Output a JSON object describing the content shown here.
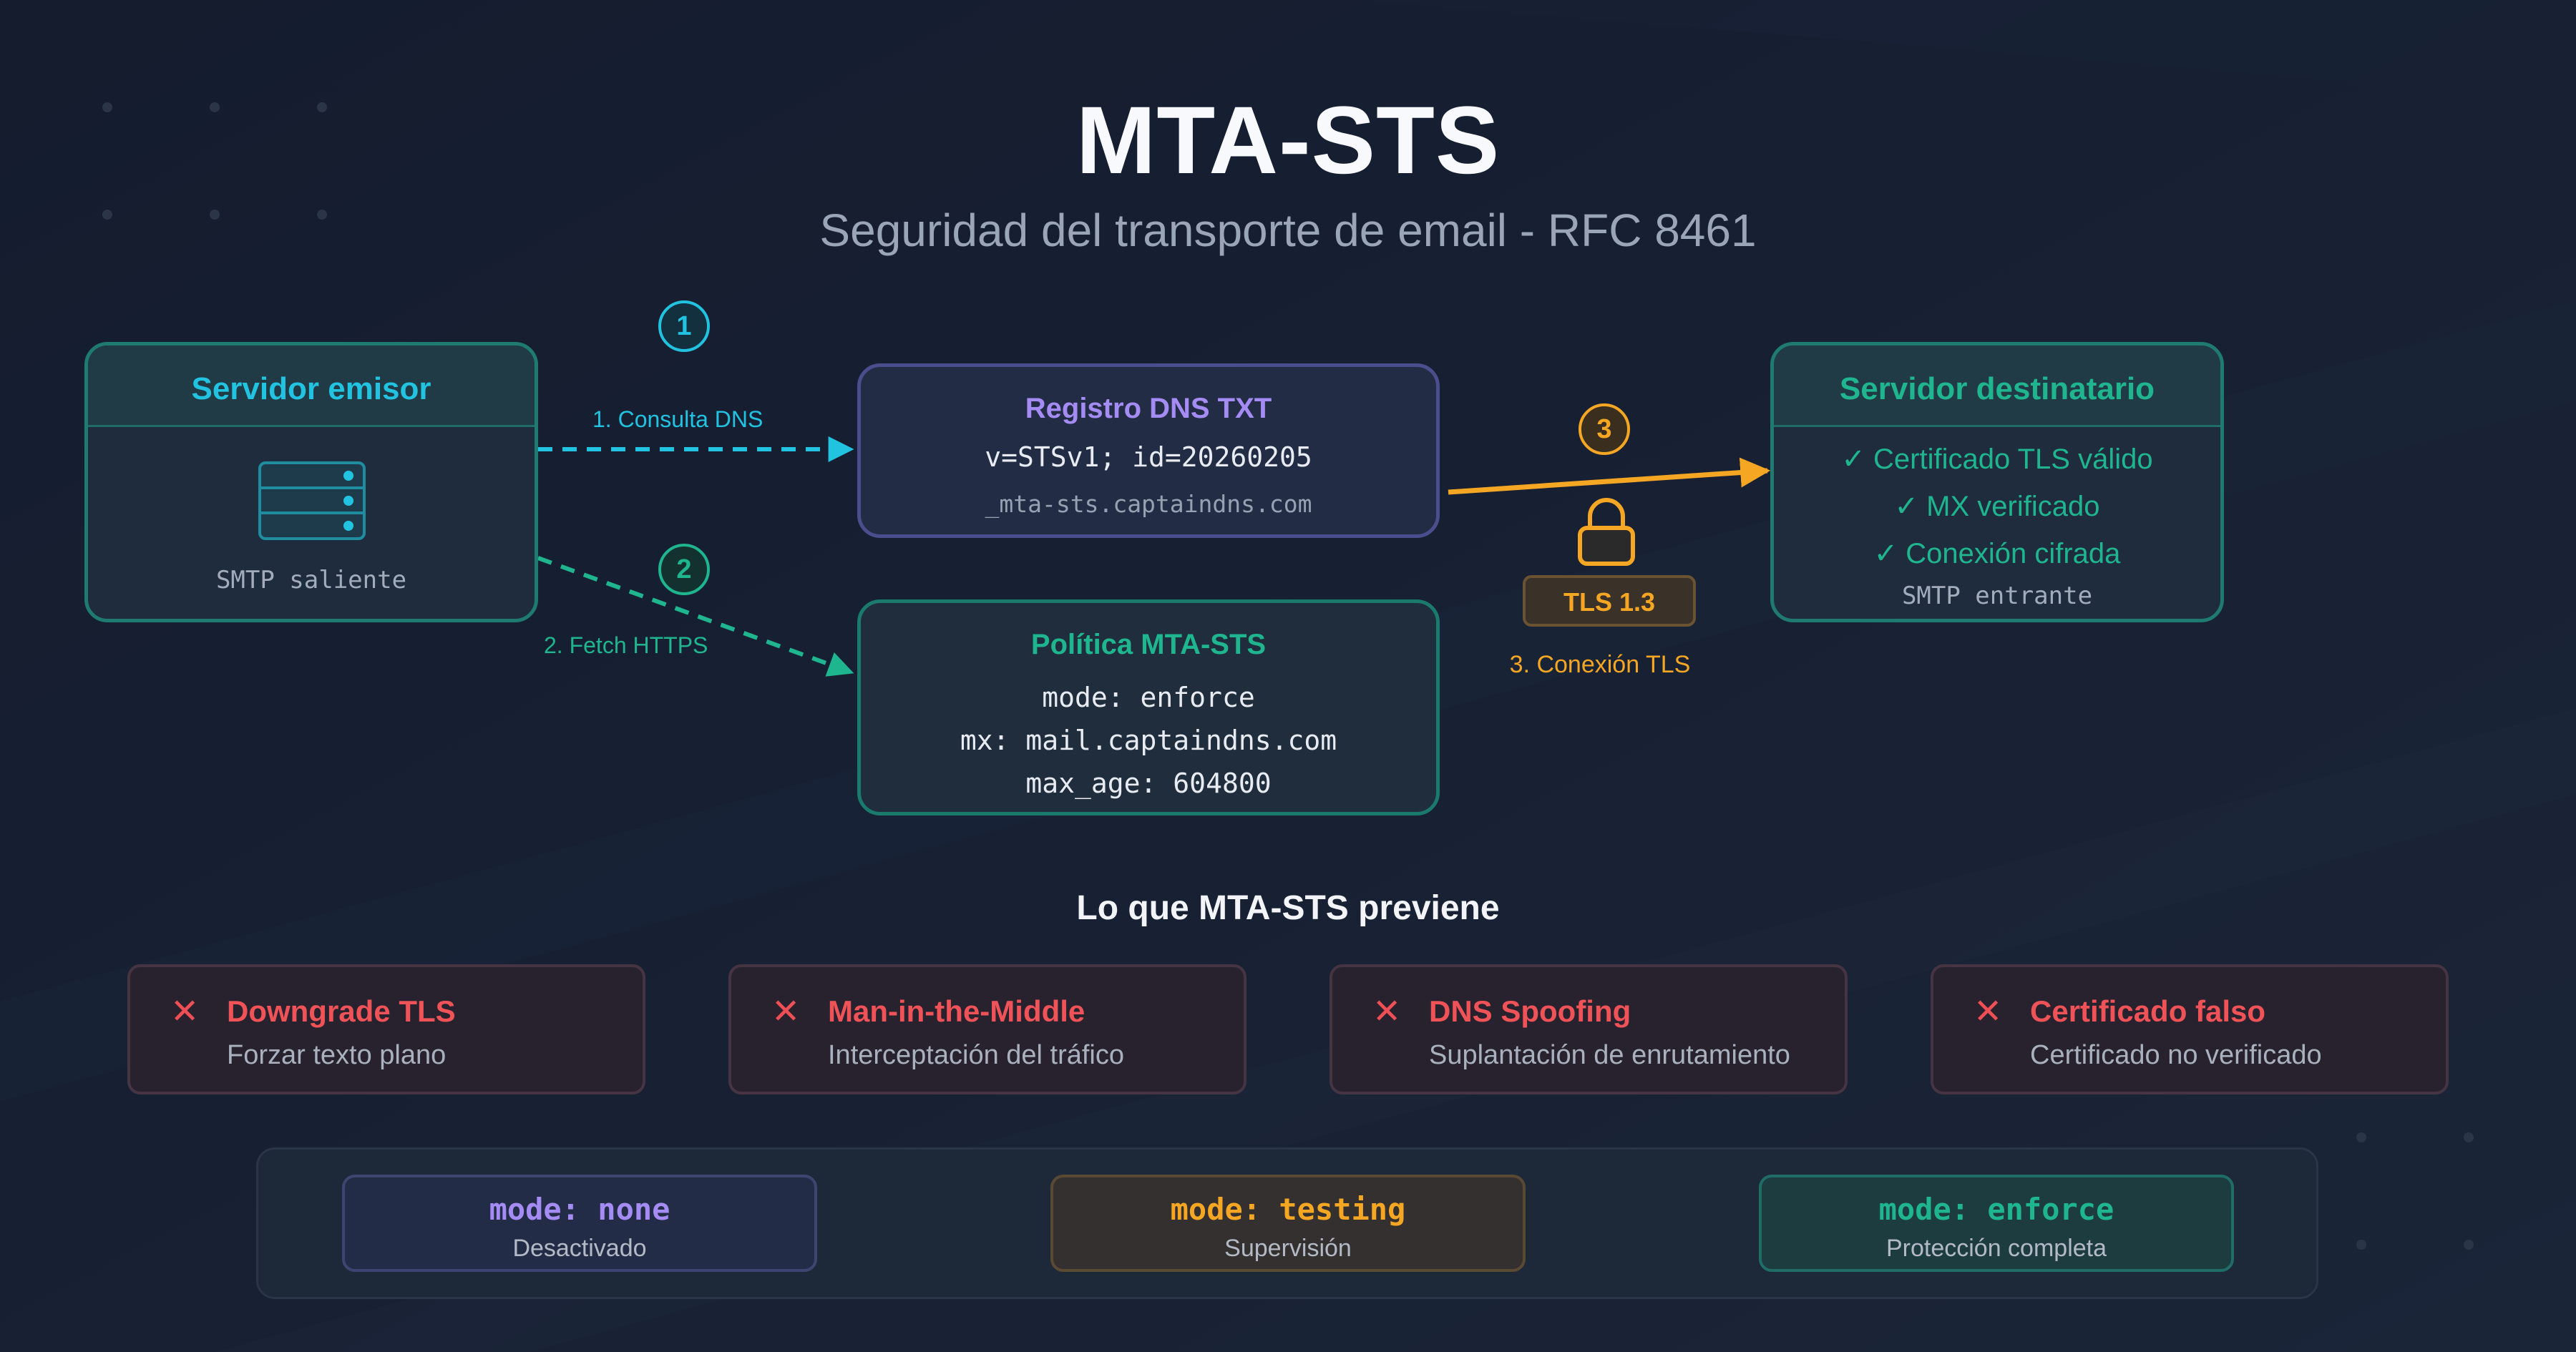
{
  "header": {
    "title": "MTA-STS",
    "subtitle": "Seguridad del transporte de email - RFC 8461"
  },
  "sender": {
    "title": "Servidor emisor",
    "caption": "SMTP saliente"
  },
  "steps": {
    "one": "1",
    "two": "2",
    "three": "3",
    "label_dns": "1. Consulta DNS",
    "label_https": "2. Fetch HTTPS",
    "label_tls": "3. Conexión TLS",
    "tls_badge": "TLS 1.3"
  },
  "dns_record": {
    "title": "Registro DNS TXT",
    "value": "v=STSv1; id=20260205",
    "host": "_mta-sts.captaindns.com"
  },
  "policy": {
    "title": "Política MTA-STS",
    "lines": [
      "mode: enforce",
      "mx: mail.captaindns.com",
      "max_age: 604800"
    ]
  },
  "receiver": {
    "title": "Servidor destinatario",
    "checks": [
      "✓ Certificado TLS válido",
      "✓ MX verificado",
      "✓ Conexión cifrada"
    ],
    "caption": "SMTP entrante"
  },
  "prevents": {
    "heading": "Lo que MTA-STS previene",
    "items": [
      {
        "title": "Downgrade TLS",
        "desc": "Forzar texto plano"
      },
      {
        "title": "Man-in-the-Middle",
        "desc": "Interceptación del tráfico"
      },
      {
        "title": "DNS Spoofing",
        "desc": "Suplantación de enrutamiento"
      },
      {
        "title": "Certificado falso",
        "desc": "Certificado no verificado"
      }
    ],
    "mark": "✕"
  },
  "modes": [
    {
      "key": "mode: none",
      "desc": "Desactivado"
    },
    {
      "key": "mode: testing",
      "desc": "Supervisión"
    },
    {
      "key": "mode: enforce",
      "desc": "Protección completa"
    }
  ],
  "colors": {
    "background": "#172033",
    "cyan": "#22c3e0",
    "green": "#1fb58f",
    "orange": "#f5a623",
    "purple": "#a58cf5",
    "red": "#ef4f55"
  },
  "icons": {
    "sender": "server-icon",
    "tls": "lock-icon",
    "threat": "close-icon"
  }
}
